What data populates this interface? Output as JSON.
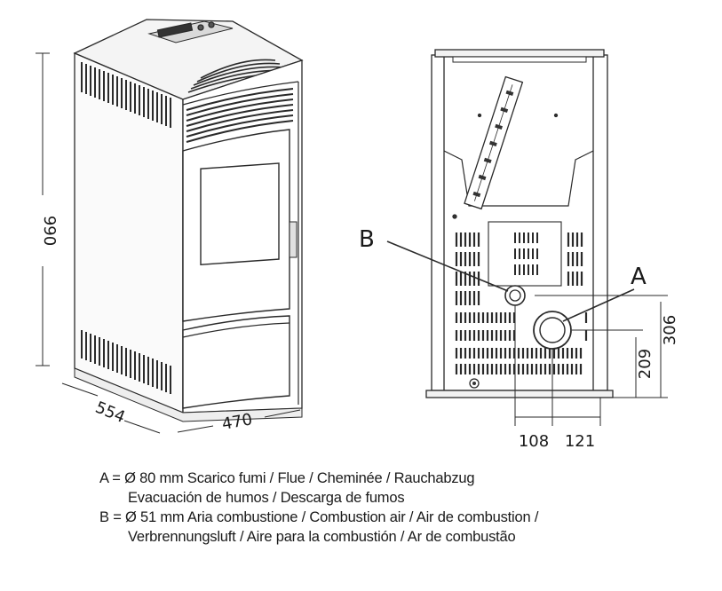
{
  "dimensions": {
    "height": "990",
    "depth": "554",
    "width": "470",
    "offset_b_horizontal": "108",
    "offset_a_horizontal": "121",
    "height_a": "209",
    "height_b": "306"
  },
  "labels": {
    "a": "A",
    "b": "B"
  },
  "legend": {
    "line1": "A = Ø 80 mm  Scarico fumi / Flue / Cheminée / Rauchabzug",
    "line2": "Evacuación de humos / Descarga de fumos",
    "line3": "B = Ø 51 mm  Aria combustione / Combustion air / Air de combustion /",
    "line4": "Verbrennungsluft / Aire para la combustión / Ar de combustão"
  }
}
